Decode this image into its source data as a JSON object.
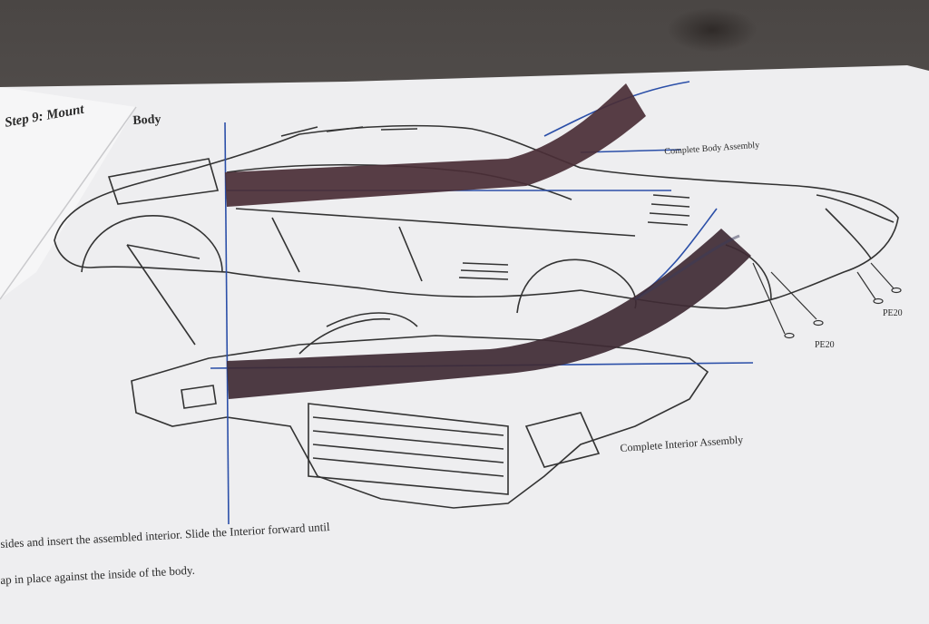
{
  "instruction_sheet": {
    "step_title": "Step 9: Mount",
    "step_title_word": "Body",
    "labels": {
      "body_assembly": "Complete Body Assembly",
      "interior_assembly": "Complete Interior Assembly",
      "part_pe20_a": "PE20",
      "part_pe20_b": "PE20"
    },
    "instruction_lines": [
      "sides and insert the assembled interior. Slide the Interior forward until",
      "ap in place against the inside of the body."
    ]
  },
  "colors": {
    "paper": "#f1f1f3",
    "ink": "#2a2a2a",
    "tape": "#4a2e36",
    "guide_line": "#2b4fa8",
    "table": "#5a5553"
  }
}
